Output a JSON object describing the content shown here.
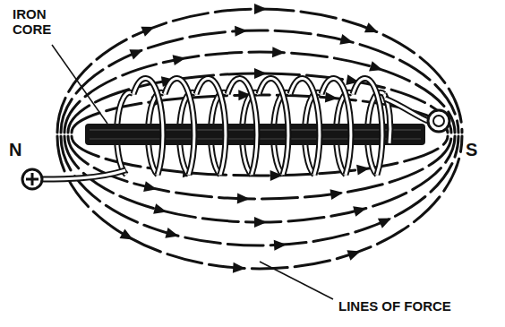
{
  "diagram": {
    "labels": [
      "IRON CORE",
      "N",
      "S",
      "LINES OF FORCE"
    ]
  }
}
